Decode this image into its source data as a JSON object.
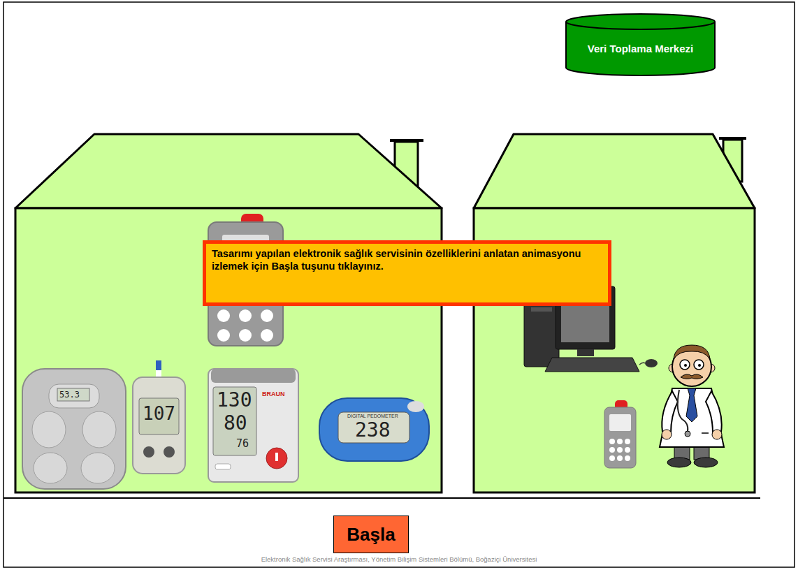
{
  "diagram": {
    "nodes": [
      {
        "text": [
          "Veri Toplama Merkezi"
        ]
      },
      {
        "text": [
          "Tasarımı yapılan elektronik sağlık servisinin özelliklerini anlatan animasyonu izlemek için Başla tuşunu tıklayınız."
        ]
      },
      {
        "text": [
          "Başla"
        ]
      }
    ],
    "labels": [
      "53.3",
      "107",
      "130",
      "80",
      "76",
      "BRAUN",
      "238",
      "DIGITAL PEDOMETER",
      "Elektronik Sağlık Servisi Araştırması, Yönetim Bilişim Sistemleri Bölümü, Boğaziçi Üniversitesi"
    ]
  }
}
